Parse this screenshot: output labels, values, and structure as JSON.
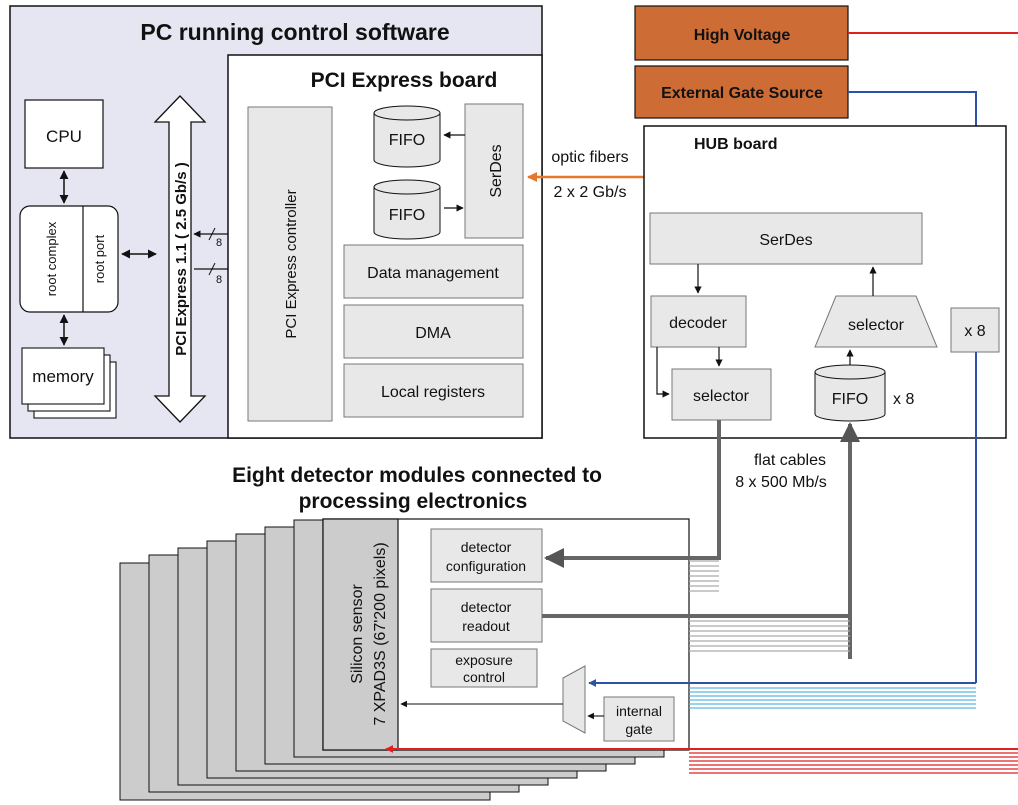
{
  "pc": {
    "title": "PC running control software",
    "cpu": "CPU",
    "root_complex": "root complex",
    "root_port": "root port",
    "memory": "memory",
    "pcie_link": "PCI Express 1.1 ( 2.5 Gb/s  )",
    "bus_width_in": "8",
    "bus_width_out": "8"
  },
  "pcie_board": {
    "title": "PCI Express board",
    "controller": "PCI Express controller",
    "fifo_top": "FIFO",
    "fifo_bottom": "FIFO",
    "serdes": "SerDes",
    "data_management": "Data management",
    "dma": "DMA",
    "local_registers": "Local registers"
  },
  "link": {
    "fibers": "optic fibers",
    "fibers_rate": "2 x 2 Gb/s",
    "cables": "flat cables",
    "cables_rate": "8 x 500 Mb/s"
  },
  "sources": {
    "high_voltage": "High Voltage",
    "external_gate": "External Gate Source"
  },
  "hub": {
    "title": "HUB board",
    "serdes": "SerDes",
    "decoder": "decoder",
    "selector_top": "selector",
    "selector_bottom": "selector",
    "fifo": "FIFO",
    "fifo_mult": "x 8",
    "gate_mult": "x 8"
  },
  "detectors": {
    "title_line1": "Eight detector modules connected to",
    "title_line2": "processing electronics",
    "sensor_line1": "Silicon sensor",
    "sensor_line2": "7 XPAD3S (67'200 pixels)",
    "configuration_line1": "detector",
    "configuration_line2": "configuration",
    "readout_line1": "detector",
    "readout_line2": "readout",
    "exposure_line1": "exposure",
    "exposure_line2": "control",
    "internal_gate_line1": "internal",
    "internal_gate_line2": "gate"
  },
  "colors": {
    "pc_background": "#e6e6f2",
    "block_fill": "#e8e8e8",
    "orange_box": "#cd6c35",
    "fiber_orange": "#e8762d",
    "gate_blue": "#2e52a8",
    "gate_cyan": "#5bb8e0",
    "hv_red": "#e02020",
    "cable_gray": "#666666",
    "module_gray": "#cccccc"
  }
}
